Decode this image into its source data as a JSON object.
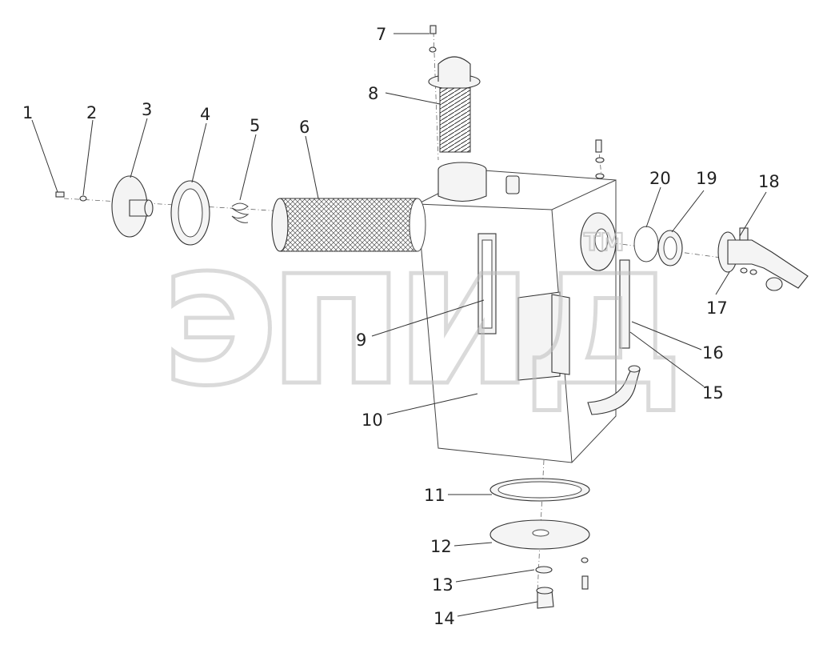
{
  "diagram": {
    "watermark": {
      "text": "эпид",
      "tm": "TM"
    },
    "callouts": [
      {
        "id": "1",
        "label": "1"
      },
      {
        "id": "2",
        "label": "2"
      },
      {
        "id": "3",
        "label": "3"
      },
      {
        "id": "4",
        "label": "4"
      },
      {
        "id": "5",
        "label": "5"
      },
      {
        "id": "6",
        "label": "6"
      },
      {
        "id": "7",
        "label": "7"
      },
      {
        "id": "8",
        "label": "8"
      },
      {
        "id": "9",
        "label": "9"
      },
      {
        "id": "10",
        "label": "10"
      },
      {
        "id": "11",
        "label": "11"
      },
      {
        "id": "12",
        "label": "12"
      },
      {
        "id": "13",
        "label": "13"
      },
      {
        "id": "14",
        "label": "14"
      },
      {
        "id": "15",
        "label": "15"
      },
      {
        "id": "16",
        "label": "16"
      },
      {
        "id": "17",
        "label": "17"
      },
      {
        "id": "18",
        "label": "18"
      },
      {
        "id": "19",
        "label": "19"
      },
      {
        "id": "20",
        "label": "20"
      }
    ]
  }
}
